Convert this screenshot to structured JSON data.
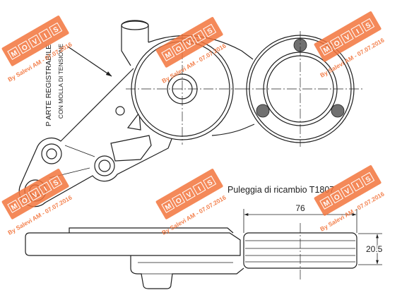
{
  "diagram": {
    "label_adjustable_part": "P ARTE REGISTRABILE",
    "label_tension_spring": "CON MOLLA DI TENSIONE",
    "label_replacement_pulley": "Puleggia di ricambio T1807",
    "dimension_width": "76",
    "dimension_height": "20.5"
  },
  "watermark": {
    "logo_letters": [
      "M",
      "O",
      "V",
      "I",
      "S"
    ],
    "stamp": "By Salevi AM - 07.07.2016"
  },
  "colors": {
    "line": "#1e1e1e",
    "bolt": "#707070",
    "watermark": "#f2743c",
    "background": "#ffffff"
  }
}
